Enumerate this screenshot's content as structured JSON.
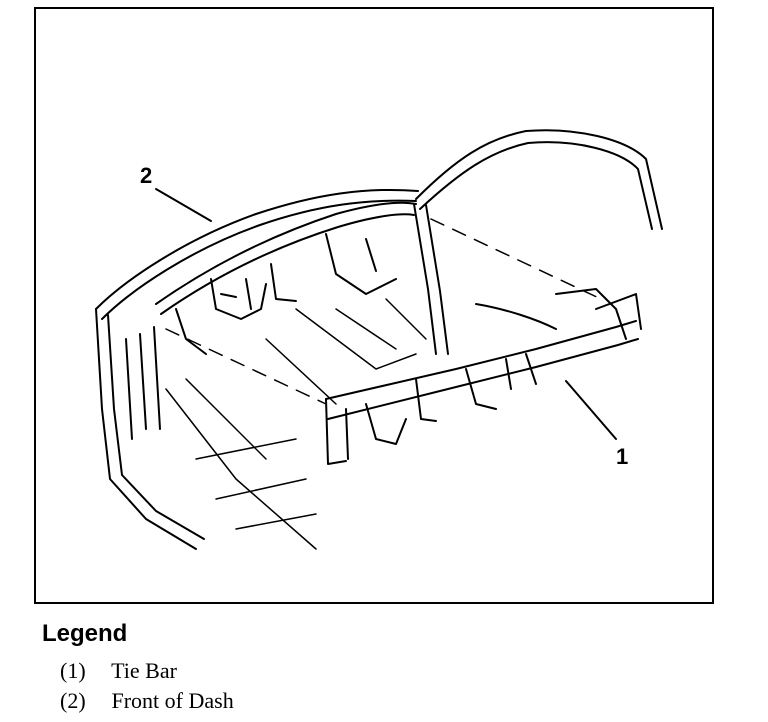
{
  "diagram": {
    "callouts": [
      {
        "id": "1",
        "label": "1"
      },
      {
        "id": "2",
        "label": "2"
      }
    ]
  },
  "legend": {
    "title": "Legend",
    "items": [
      {
        "number": "(1)",
        "label": "Tie Bar"
      },
      {
        "number": "(2)",
        "label": "Front of Dash"
      }
    ]
  }
}
